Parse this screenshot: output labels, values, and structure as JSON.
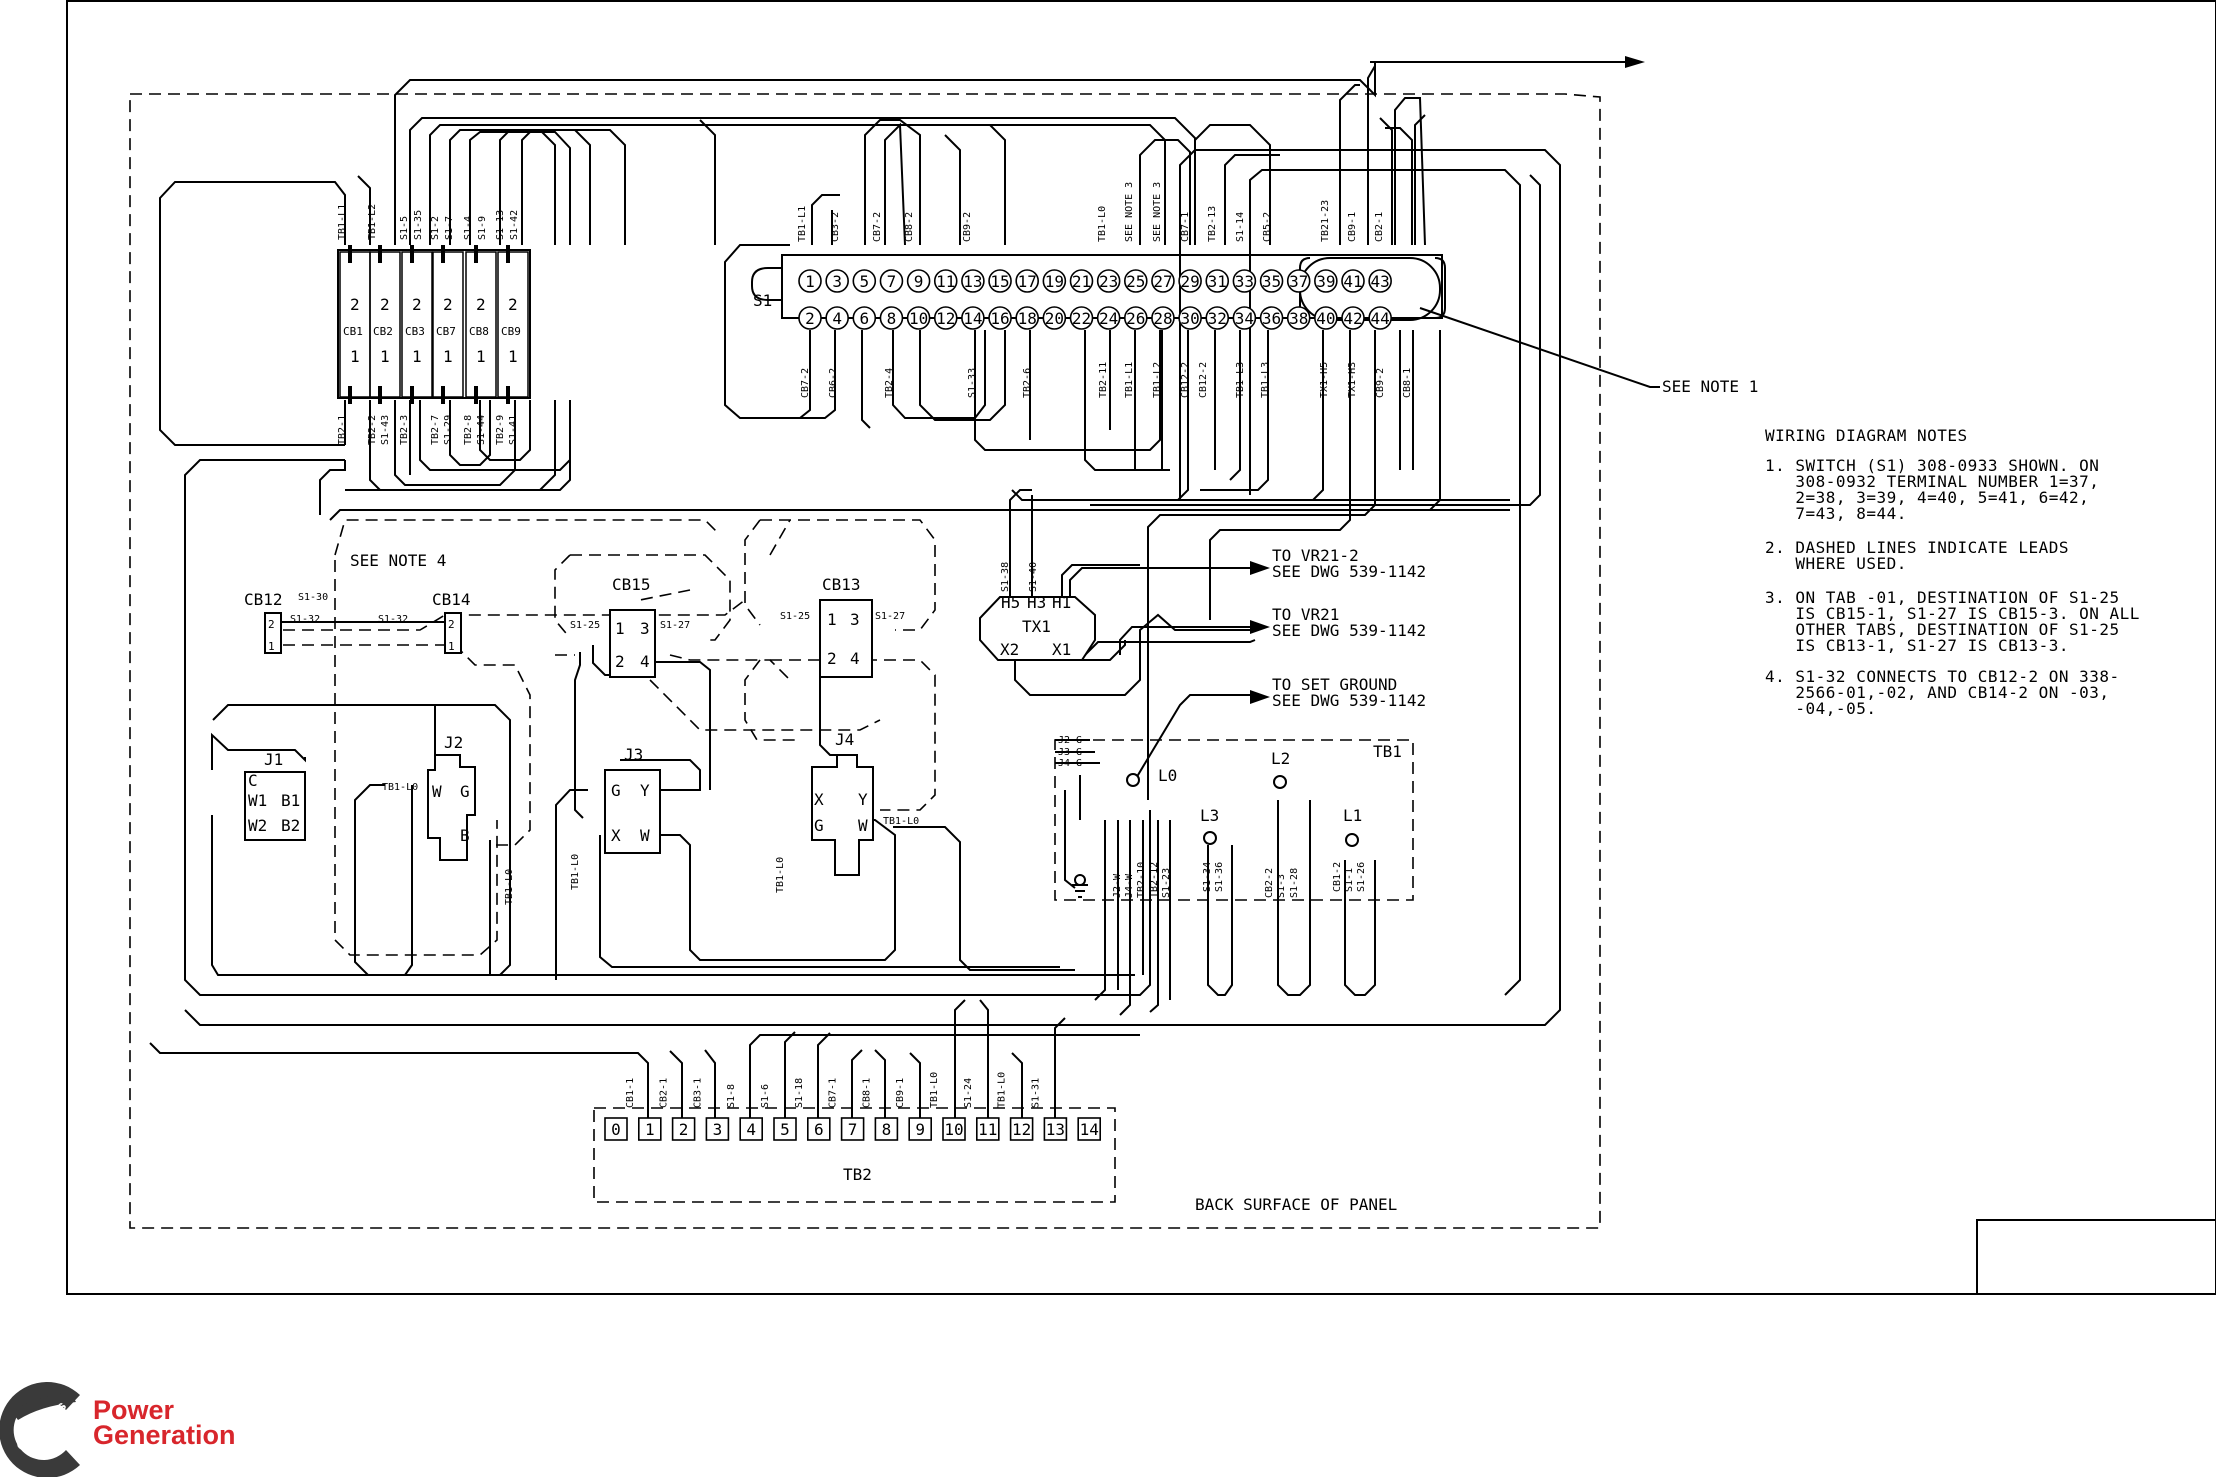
{
  "logo": {
    "brand": "Cummins",
    "line1": "Power",
    "line2": "Generation"
  },
  "see_note_1": "SEE NOTE 1",
  "see_note_4": "SEE NOTE 4",
  "back_surface": "BACK SURFACE OF PANEL",
  "s1_label": "S1",
  "s1_top_terminals": [
    "1",
    "3",
    "5",
    "7",
    "9",
    "11",
    "13",
    "15",
    "17",
    "19",
    "21",
    "23",
    "25",
    "27",
    "29",
    "31",
    "33",
    "35",
    "37",
    "39",
    "41",
    "43"
  ],
  "s1_bottom_terminals": [
    "2",
    "4",
    "6",
    "8",
    "10",
    "12",
    "14",
    "16",
    "18",
    "20",
    "22",
    "24",
    "26",
    "28",
    "30",
    "32",
    "34",
    "36",
    "38",
    "40",
    "42",
    "44"
  ],
  "s1_top_wires": [
    "TB1-L1",
    "CB3-2",
    "CB7-2",
    "CB8-2",
    "CB9-2",
    "TB1-L0",
    "SEE NOTE 3",
    "SEE NOTE 3",
    "CB7-1",
    "TB2-13",
    "S1-14",
    "CB5-2",
    "TB21-23",
    "CB9-1",
    "CB2-1"
  ],
  "s1_bottom_wires": [
    "CB7-2",
    "CB6-2",
    "TB2-4",
    "S1-33",
    "TB2-6",
    "TB2-11",
    "TB1-L1",
    "TB1-L2",
    "CB12-2",
    "CB12-2",
    "TB1-L3",
    "TB1-L3",
    "TX1-H5",
    "TX1-H3",
    "CB9-2",
    "CB8-1"
  ],
  "breakers": [
    {
      "name": "CB1",
      "top": "2",
      "bottom": "1",
      "top_wires": [
        "TB1-L1"
      ],
      "bottom_wires": [
        "TB2-1"
      ]
    },
    {
      "name": "CB2",
      "top": "2",
      "bottom": "1",
      "top_wires": [
        "TB1-L2"
      ],
      "bottom_wires": [
        "TB2-2",
        "S1-43"
      ]
    },
    {
      "name": "CB3",
      "top": "2",
      "bottom": "1",
      "top_wires": [
        "S1-5",
        "S1-35"
      ],
      "bottom_wires": [
        "TB2-3"
      ]
    },
    {
      "name": "CB7",
      "top": "2",
      "bottom": "1",
      "top_wires": [
        "S1-2",
        "S1-7"
      ],
      "bottom_wires": [
        "TB2-7",
        "S1-29"
      ]
    },
    {
      "name": "CB8",
      "top": "2",
      "bottom": "1",
      "top_wires": [
        "S1-4",
        "S1-9"
      ],
      "bottom_wires": [
        "TB2-8",
        "S1-44"
      ]
    },
    {
      "name": "CB9",
      "top": "2",
      "bottom": "1",
      "top_wires": [
        "S1-13",
        "S1-42"
      ],
      "bottom_wires": [
        "TB2-9",
        "S1-41"
      ]
    }
  ],
  "cb12": {
    "name": "CB12",
    "pins": [
      "2",
      "1"
    ],
    "wires": [
      "S1-30",
      "S1-32"
    ]
  },
  "cb14": {
    "name": "CB14",
    "pins": [
      "2",
      "1"
    ],
    "wire": "S1-32"
  },
  "cb15": {
    "name": "CB15",
    "pins": [
      "1",
      "3",
      "2",
      "4"
    ],
    "wires": [
      "S1-25",
      "S1-27"
    ]
  },
  "cb13": {
    "name": "CB13",
    "pins": [
      "1",
      "3",
      "2",
      "4"
    ],
    "wires": [
      "S1-25",
      "S1-27"
    ]
  },
  "tx1": {
    "name": "TX1",
    "pins": [
      "H5",
      "H3",
      "H1",
      "X2",
      "X1"
    ],
    "wires": [
      "S1-38",
      "S1-40"
    ]
  },
  "j1": {
    "name": "J1",
    "pins": [
      "C",
      "W1",
      "B1",
      "W2",
      "B2"
    ]
  },
  "j2": {
    "name": "J2",
    "pins": [
      "W",
      "G",
      "B"
    ],
    "wires": [
      "TB1-L0",
      "TB1-L0"
    ]
  },
  "j3": {
    "name": "J3",
    "pins": [
      "G",
      "Y",
      "X",
      "W"
    ],
    "wire": "TB1-L0"
  },
  "j4": {
    "name": "J4",
    "pins": [
      "X",
      "Y",
      "G",
      "W"
    ],
    "wires": [
      "TB1-L0",
      "TB1-L0"
    ]
  },
  "tb1": {
    "name": "TB1",
    "terminals": [
      "L0",
      "L2",
      "L3",
      "L1"
    ],
    "left_wires": [
      "J2-G",
      "J3-G",
      "J4-G"
    ],
    "l0_wires": [
      "J2-W",
      "J4-W",
      "TB2-10",
      "TB2-12",
      "S1-23"
    ],
    "l3_wires": [
      "S1-34",
      "S1-36"
    ],
    "l2_wires": [
      "CB2-2",
      "S1-3",
      "S1-28"
    ],
    "l1_wires": [
      "CB1-2",
      "S1-1",
      "S1-26"
    ]
  },
  "callouts": [
    {
      "line1": "TO VR21-2",
      "line2": "SEE DWG 539-1142"
    },
    {
      "line1": "TO VR21",
      "line2": "SEE DWG 539-1142"
    },
    {
      "line1": "TO SET GROUND",
      "line2": "SEE DWG 539-1142"
    }
  ],
  "tb2": {
    "name": "TB2",
    "terminals": [
      "0",
      "1",
      "2",
      "3",
      "4",
      "5",
      "6",
      "7",
      "8",
      "9",
      "10",
      "11",
      "12",
      "13",
      "14"
    ],
    "wires": [
      "CB1-1",
      "CB2-1",
      "CB3-1",
      "S1-8",
      "S1-6",
      "S1-18",
      "CB7-1",
      "CB8-1",
      "CB9-1",
      "TB1-L0",
      "S1-24",
      "TB1-L0",
      "S1-31"
    ]
  },
  "notes": {
    "title": "WIRING DIAGRAM NOTES",
    "items": [
      [
        "1. SWITCH (S1) 308-0933 SHOWN. ON",
        "   308-0932 TERMINAL NUMBER 1=37,",
        "   2=38, 3=39, 4=40, 5=41, 6=42,",
        "   7=43, 8=44."
      ],
      [
        "2. DASHED LINES INDICATE LEADS",
        "   WHERE USED."
      ],
      [
        "3. ON TAB -01, DESTINATION OF S1-25",
        "   IS CB15-1, S1-27 IS CB15-3. ON ALL",
        "   OTHER TABS, DESTINATION OF S1-25",
        "   IS CB13-1, S1-27 IS CB13-3."
      ],
      [
        "4. S1-32 CONNECTS TO CB12-2 ON 338-",
        "   2566-01,-02, AND CB14-2 ON -03,",
        "   -04,-05."
      ]
    ]
  }
}
